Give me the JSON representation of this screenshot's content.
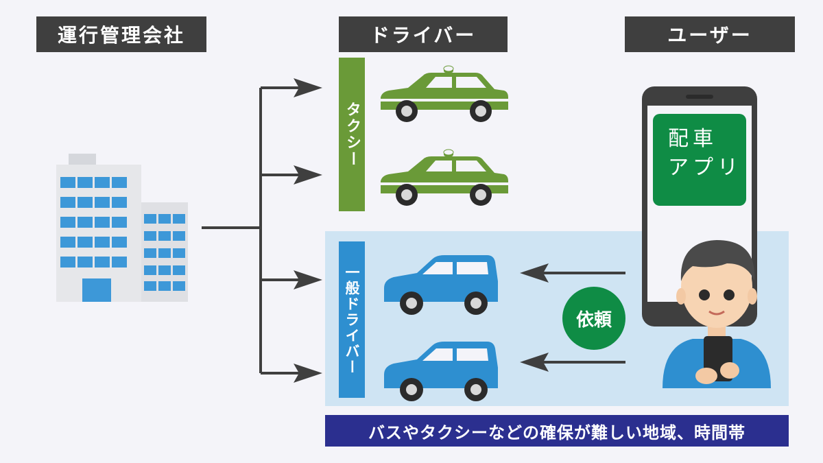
{
  "headers": {
    "company": "運行管理会社",
    "driver": "ドライバー",
    "user": "ユーザー"
  },
  "labels": {
    "taxi": "タクシー",
    "general_driver": "一般ドライバー",
    "app": "配車\nアプリ",
    "request": "依頼"
  },
  "footer": "バスやタクシーなどの確保が難しい地域、時間帯",
  "colors": {
    "header_bg": "#3f3f3f",
    "taxi_green": "#6a9a38",
    "general_blue": "#2e8fd0",
    "panel_bg": "#cfe4f3",
    "app_green": "#0f8c45",
    "footer_bg": "#2b2f8f"
  },
  "icons": [
    "office-building-icon",
    "taxi-car-icon",
    "blue-car-icon",
    "smartphone-icon",
    "user-person-icon"
  ]
}
